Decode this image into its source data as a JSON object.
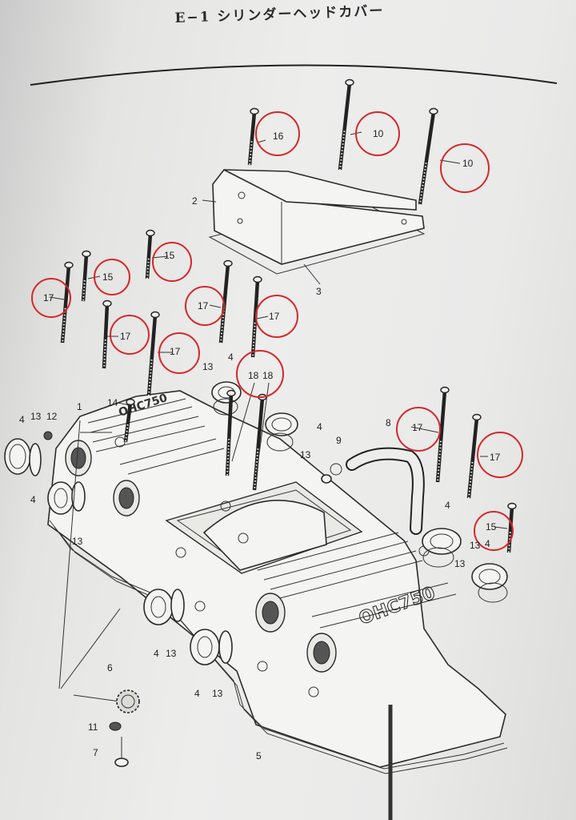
{
  "header": {
    "title": "E−1 シリンダーヘッドカバー"
  },
  "diagram": {
    "part_numbers": [
      "1",
      "2",
      "3",
      "4",
      "5",
      "6",
      "7",
      "8",
      "9",
      "10",
      "11",
      "12",
      "13",
      "14",
      "15",
      "16",
      "17",
      "18"
    ],
    "engraving": "OHC750",
    "highlight_color": "#d4282a",
    "labels": {
      "c16": "16",
      "c10a": "10",
      "c10b": "10",
      "c15a": "15",
      "c15b": "15",
      "c17a": "17",
      "c17b": "17",
      "c17c": "17",
      "c17d": "17",
      "c17e": "17",
      "c18a": "18",
      "c18b": "18",
      "c17f": "17",
      "c17g": "17",
      "c15c": "15",
      "n2": "2",
      "n3": "3",
      "n4a": "4",
      "n13a": "13",
      "n14": "14",
      "n13b": "13",
      "n12": "12",
      "n1": "1",
      "n4b": "4",
      "n4c": "4",
      "n13c": "13",
      "n13d": "13",
      "n8": "8",
      "n9": "9",
      "n4d": "4",
      "n13e": "13",
      "n4e": "4",
      "n13f": "13",
      "n4f": "4",
      "n13g": "13",
      "n4g": "4",
      "n13h": "13",
      "n4h": "4",
      "n5": "5",
      "n6": "6",
      "n11": "11",
      "n7": "7"
    }
  }
}
